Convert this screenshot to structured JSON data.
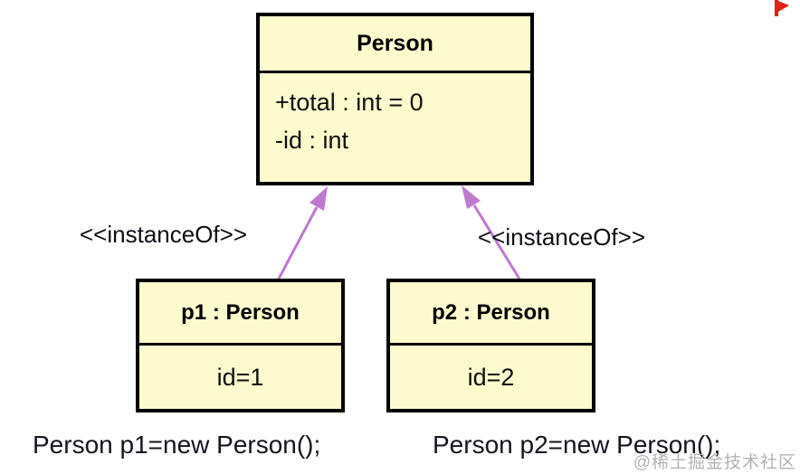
{
  "diagram": {
    "class_box": {
      "title": "Person",
      "attributes": [
        "+total : int = 0",
        "-id : int"
      ]
    },
    "objects": [
      {
        "title": "p1 : Person",
        "value": "id=1"
      },
      {
        "title": "p2 : Person",
        "value": "id=2"
      }
    ],
    "edges": [
      {
        "label": "<<instanceOf>>"
      },
      {
        "label": "<<instanceOf>>"
      }
    ],
    "code_lines": [
      "Person p1=new Person();",
      "Person p2=new Person();"
    ],
    "watermark": "@稀土掘金技术社区",
    "colors": {
      "box_fill": "#fcfbce",
      "box_border": "#000000",
      "arrow": "#bd7ace",
      "code_text": "#14141f",
      "watermark": "#b3b3b3",
      "corner_mark": "#e02318"
    }
  }
}
